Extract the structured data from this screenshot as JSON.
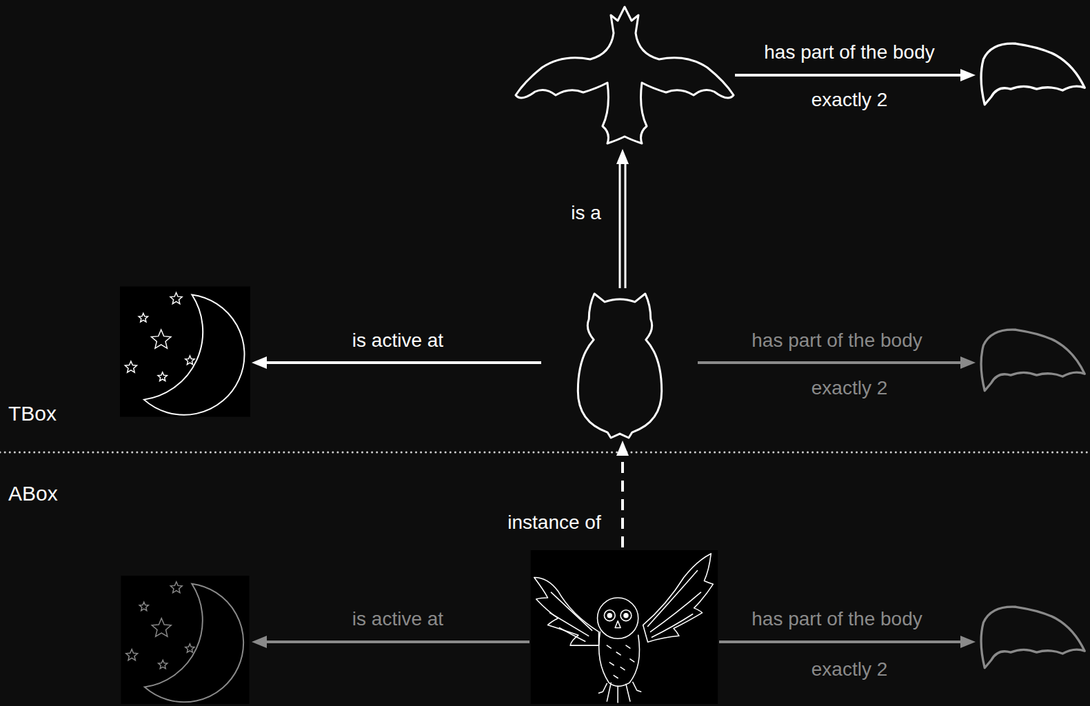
{
  "diagram": {
    "nodes": [
      {
        "text": []
      },
      {
        "text": []
      },
      {
        "text": []
      },
      {
        "text": []
      },
      {
        "text": []
      },
      {
        "text": []
      },
      {
        "text": []
      },
      {
        "text": []
      }
    ],
    "edges": [
      {
        "from": 0,
        "to": 1,
        "arrow": "to",
        "label": "has part of the body"
      },
      {
        "from": 3,
        "to": 0,
        "arrow": "to",
        "label": "is a"
      },
      {
        "from": 3,
        "to": 2,
        "arrow": "to",
        "label": "is active at"
      },
      {
        "from": 3,
        "to": 4,
        "arrow": "to",
        "label": "has part of the body"
      },
      {
        "from": 6,
        "to": 3,
        "arrow": "to",
        "label": "instance of"
      },
      {
        "from": 6,
        "to": 5,
        "arrow": "to",
        "label": "is active at"
      },
      {
        "from": 6,
        "to": 7,
        "arrow": "to",
        "label": "has part of the body"
      }
    ],
    "labels": [
      "exactly 2",
      "exactly 2",
      "exactly 2",
      "TBox",
      "ABox"
    ]
  }
}
